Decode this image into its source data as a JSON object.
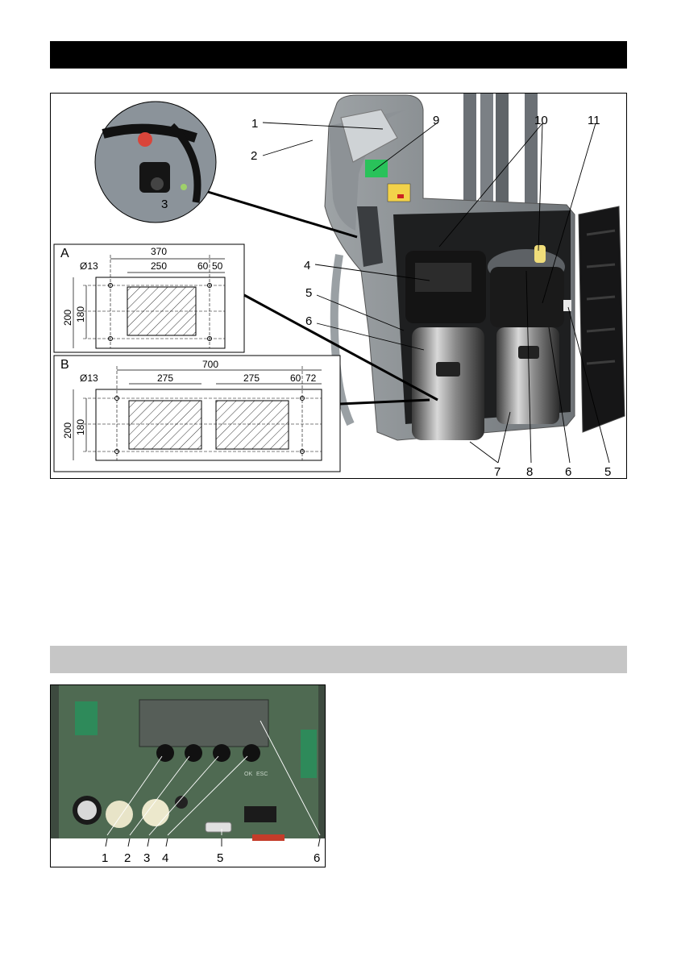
{
  "top_section": {
    "title": ""
  },
  "figure1": {
    "callouts": [
      "1",
      "2",
      "3",
      "4",
      "5",
      "6",
      "7",
      "8",
      "9",
      "10",
      "11",
      "5",
      "6",
      "7"
    ],
    "panel_a": {
      "letter": "A",
      "dims": {
        "total": "370",
        "inner": "250",
        "right1": "60",
        "right2": "50",
        "hole": "Ø13",
        "height": "200",
        "inner_height": "180"
      }
    },
    "panel_b": {
      "letter": "B",
      "dims": {
        "total": "700",
        "left_inner": "275",
        "right_inner": "275",
        "right1": "60",
        "right2": "72",
        "hole": "Ø13",
        "height": "200",
        "inner_height": "180"
      }
    }
  },
  "bottom_section": {
    "title": ""
  },
  "figure2": {
    "callouts": [
      "1",
      "2",
      "3",
      "4",
      "5",
      "6"
    ],
    "board_labels": [
      "OK",
      "ESC"
    ]
  }
}
